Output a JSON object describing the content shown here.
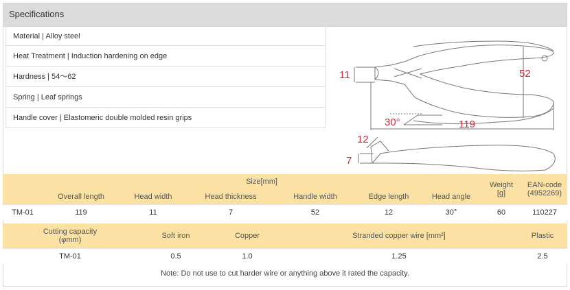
{
  "panel": {
    "title": "Specifications"
  },
  "specs": [
    "Material | Alloy steel",
    "Heat Treatment | Induction hardening on edge",
    "Hardness | 54～62",
    "Spring | Leaf springs",
    "Handle cover | Elastomeric double molded resin grips"
  ],
  "drawing": {
    "dims": {
      "head_width": "11",
      "handle_width": "52",
      "angle": "30°",
      "length": "119",
      "edge_length": "12",
      "head_thickness": "7"
    },
    "colors": {
      "dimension_text": "#cf2b3b",
      "outline": "#777777"
    }
  },
  "size_table": {
    "group_header": "Size[mm]",
    "headers": [
      "Overall length",
      "Head width",
      "Head thickness",
      "Handle width",
      "Edge length",
      "Head angle"
    ],
    "weight_header": "Weight\n[g]",
    "ean_header": "EAN-code\n(4952269)",
    "rows": [
      {
        "model": "TM-01",
        "values": [
          "119",
          "11",
          "7",
          "52",
          "12",
          "30°"
        ],
        "weight": "60",
        "ean": "110227"
      }
    ]
  },
  "capacity_table": {
    "headers": [
      "Cutting capacity\n(φmm)",
      "Soft iron",
      "Copper",
      "Stranded copper wire [mm²]",
      "Plastic"
    ],
    "rows": [
      {
        "model": "TM-01",
        "values": [
          "0.5",
          "1.0",
          "1.25",
          "2.5"
        ]
      }
    ]
  },
  "note": "Note: Do not use to cut harder wire or anything above it rated the capacity.",
  "colors": {
    "header_bg": "#dcdcdc",
    "table_header_bg": "#fbe2a4"
  }
}
